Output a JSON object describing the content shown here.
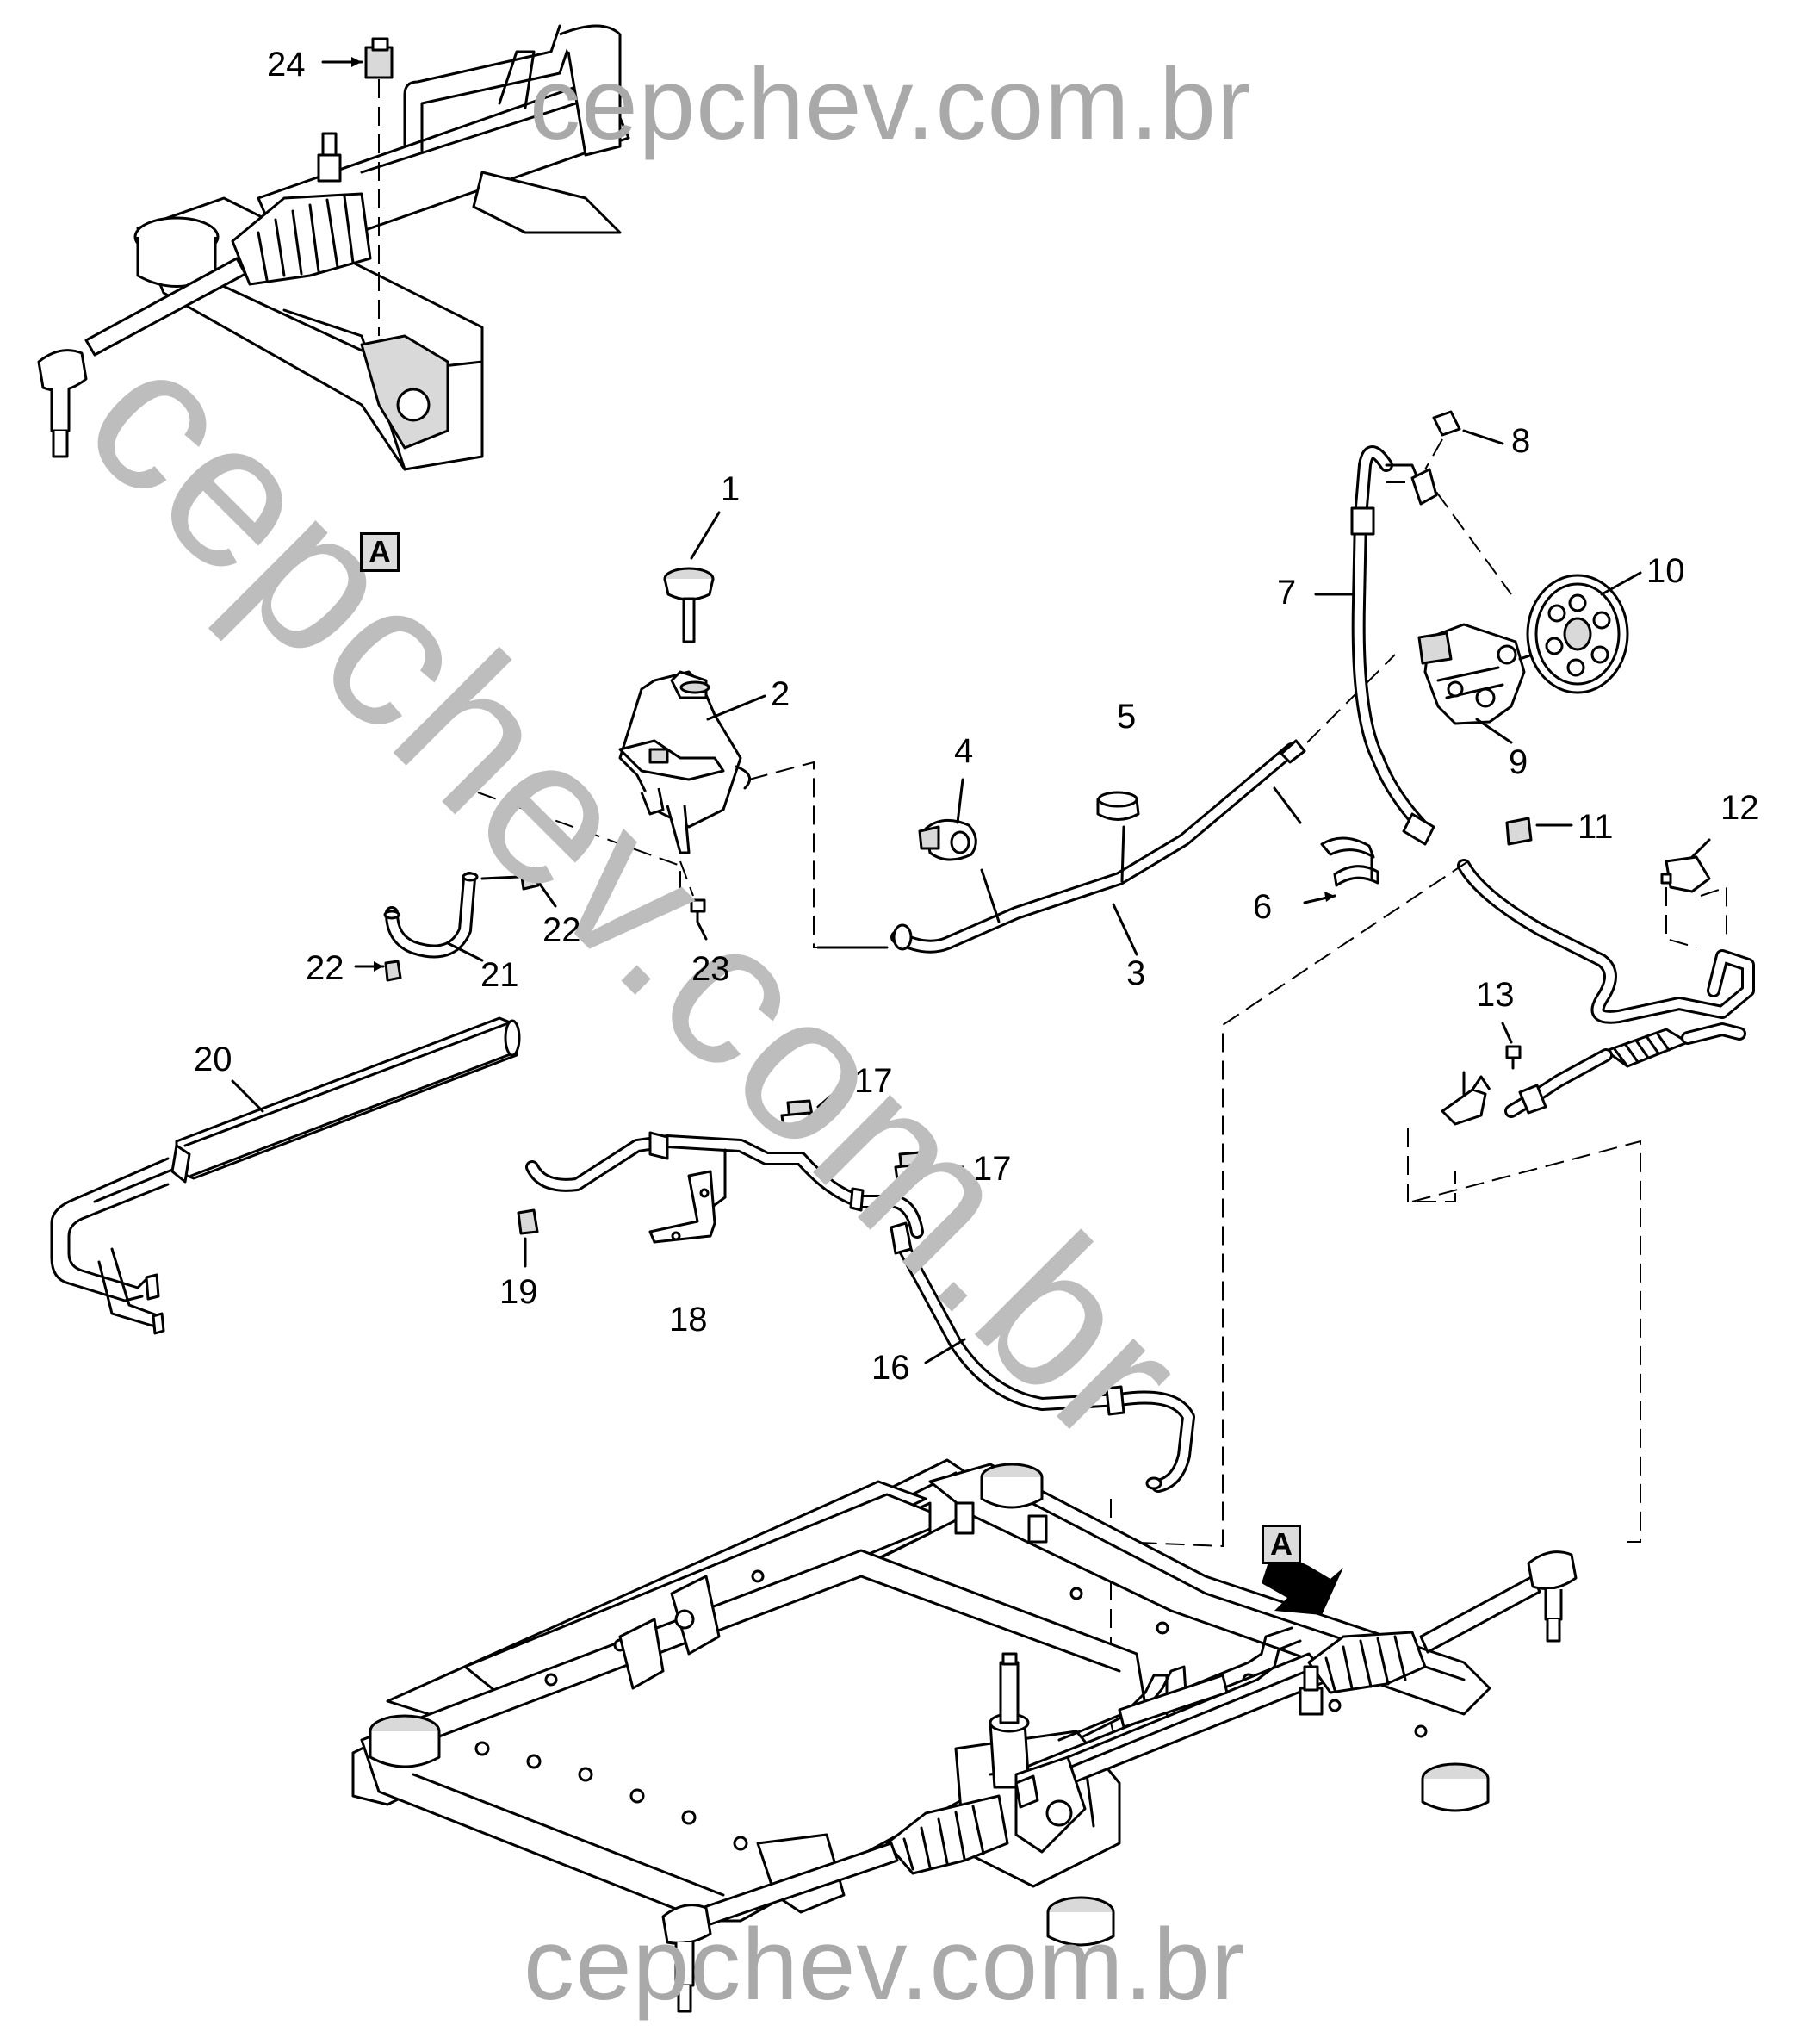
{
  "watermark": {
    "top": "cepchev.com.br",
    "bottom": "cepchev.com.br",
    "diagonal": "cepchev.com.br"
  },
  "view_marker": {
    "detail_label": "A",
    "arrow_label": "A"
  },
  "callouts": [
    {
      "id": "1",
      "text": "1"
    },
    {
      "id": "2",
      "text": "2"
    },
    {
      "id": "3",
      "text": "3"
    },
    {
      "id": "4",
      "text": "4"
    },
    {
      "id": "5",
      "text": "5"
    },
    {
      "id": "6",
      "text": "6"
    },
    {
      "id": "7",
      "text": "7"
    },
    {
      "id": "8",
      "text": "8"
    },
    {
      "id": "9",
      "text": "9"
    },
    {
      "id": "10",
      "text": "10"
    },
    {
      "id": "11",
      "text": "11"
    },
    {
      "id": "12",
      "text": "12"
    },
    {
      "id": "13",
      "text": "13"
    },
    {
      "id": "16",
      "text": "16"
    },
    {
      "id": "17a",
      "text": "17"
    },
    {
      "id": "17b",
      "text": "17"
    },
    {
      "id": "18",
      "text": "18"
    },
    {
      "id": "19",
      "text": "19"
    },
    {
      "id": "20",
      "text": "20"
    },
    {
      "id": "21",
      "text": "21"
    },
    {
      "id": "22a",
      "text": "22"
    },
    {
      "id": "22b",
      "text": "22"
    },
    {
      "id": "23",
      "text": "23"
    },
    {
      "id": "24",
      "text": "24"
    }
  ],
  "colors": {
    "line": "#000000",
    "watermark": "#a9a9a9",
    "fill_grey": "#d9d9d9",
    "background": "#ffffff"
  }
}
